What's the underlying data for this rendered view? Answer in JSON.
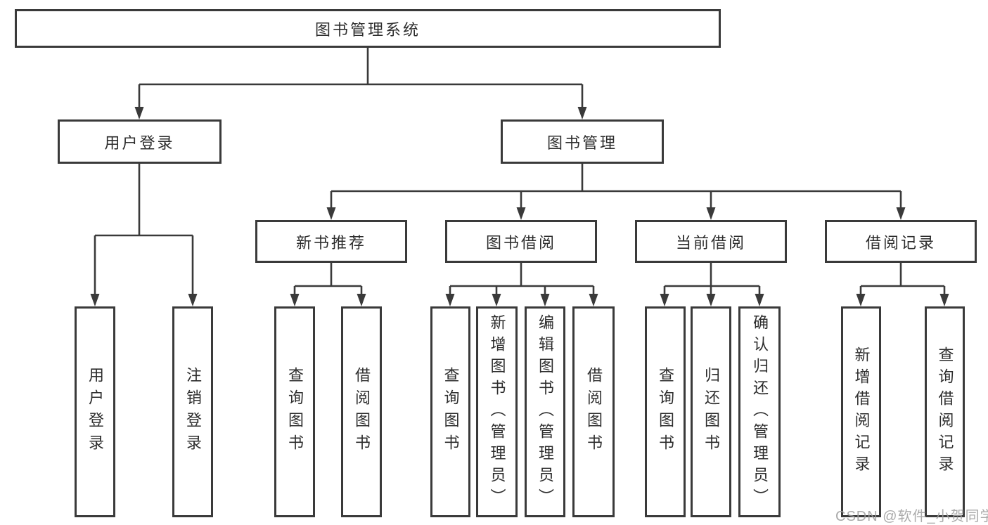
{
  "diagram": {
    "root": {
      "label": "图书管理系统"
    },
    "branches": [
      {
        "label": "用户登录",
        "children": [
          {
            "label": "用户登录"
          },
          {
            "label": "注销登录"
          }
        ]
      },
      {
        "label": "图书管理",
        "children": [
          {
            "label": "新书推荐",
            "children": [
              {
                "label": "查询图书"
              },
              {
                "label": "借阅图书"
              }
            ]
          },
          {
            "label": "图书借阅",
            "children": [
              {
                "label": "查询图书"
              },
              {
                "label": "新增图书（管理员）"
              },
              {
                "label": "编辑图书（管理员）"
              },
              {
                "label": "借阅图书"
              }
            ]
          },
          {
            "label": "当前借阅",
            "children": [
              {
                "label": "查询图书"
              },
              {
                "label": "归还图书"
              },
              {
                "label": "确认归还（管理员）"
              }
            ]
          },
          {
            "label": "借阅记录",
            "children": [
              {
                "label": "新增借阅记录"
              },
              {
                "label": "查询借阅记录"
              }
            ]
          }
        ]
      }
    ]
  },
  "watermark": {
    "text": "CSDN @软件_小贺同学"
  },
  "colors": {
    "line": "#3a3a3a",
    "box_border": "#3a3a3a",
    "text": "#2d2d2d",
    "watermark": "#a0a0a0",
    "background": "#ffffff"
  }
}
